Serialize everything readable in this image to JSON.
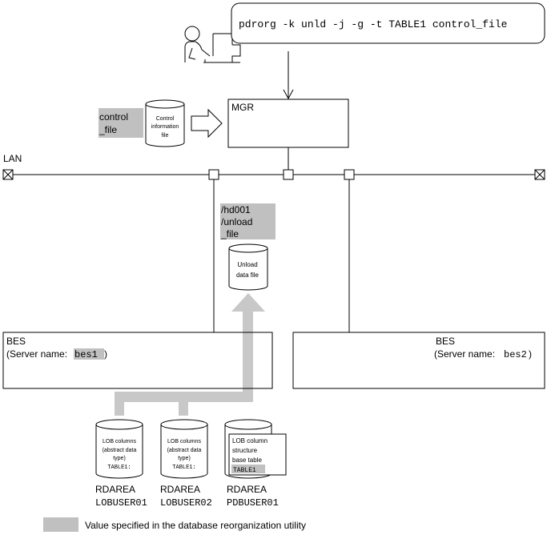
{
  "command": "pdrorg -k unld -j -g -t TABLE1 control_file",
  "control_file": {
    "line1": "control",
    "line2": "_file"
  },
  "control_info_file": {
    "line1": "Control",
    "line2": "information",
    "line3": "file"
  },
  "mgr": {
    "label": "MGR"
  },
  "lan": {
    "label": "LAN"
  },
  "unload_path": {
    "line1": "/hd001",
    "line2": "/unload",
    "line3": "_file"
  },
  "unload_data_file": {
    "line1": "Unload",
    "line2": "data file"
  },
  "bes1": {
    "title": "BES",
    "server_prefix": "(Server name:",
    "server_name": "bes1",
    "server_suffix": ")"
  },
  "bes2": {
    "title": "BES",
    "server_prefix": "(Server name: ",
    "server_name": "bes2",
    "server_suffix": ")"
  },
  "rdareas": [
    {
      "lines": [
        "LOB columns",
        "(abstract data",
        "type)"
      ],
      "table": "TABLE1:",
      "rd_label": "RDAREA",
      "rd_name": "LOBUSER01"
    },
    {
      "lines": [
        "LOB columns",
        "(abstract data",
        "type)"
      ],
      "table": "TABLE1:",
      "rd_label": "RDAREA",
      "rd_name": "LOBUSER02"
    },
    {
      "lines": [
        "LOB column",
        "structure",
        "base table"
      ],
      "table": "TABLE1",
      "rd_label": "RDAREA",
      "rd_name": "PDBUSER01"
    }
  ],
  "legend": {
    "text": "Value specified in the database reorganization utility"
  },
  "colors": {
    "highlight": "#c0c0c0",
    "line": "#000000",
    "arrow_fill": "#c8c8c8"
  }
}
